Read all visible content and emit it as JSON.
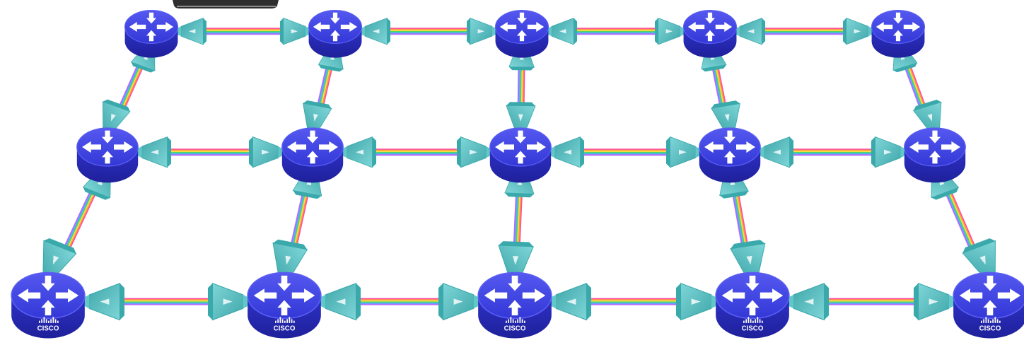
{
  "diagram": {
    "rows": 3,
    "cols": 5,
    "colors": {
      "router_top": "#3f43e6",
      "router_side": "#2b2dc4",
      "router_rim": "#5a5ef2",
      "arrow": "#ffffff",
      "transceiver": "#62c7c9",
      "transceiver_dark": "#3aa9ab",
      "cable_colors": [
        "#ff4da6",
        "#ff9a3c",
        "#f5e14a",
        "#4cd964",
        "#4db2ff",
        "#b36bff"
      ]
    },
    "router_brand_label": "CISCO",
    "top_bar": {
      "color": "#2e2e2e",
      "highlight": "#8c8c8c"
    }
  }
}
